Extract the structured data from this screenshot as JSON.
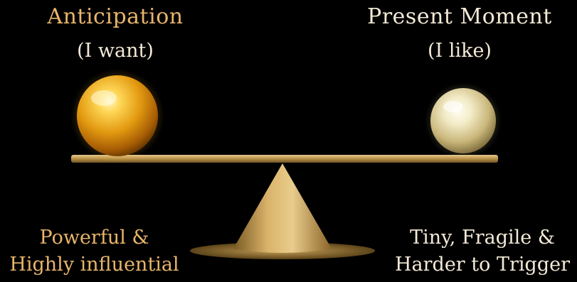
{
  "left": {
    "title": "Anticipation",
    "subtitle": "(I want)",
    "caption_line1": "Powerful &",
    "caption_line2": "Highly influential"
  },
  "right": {
    "title": "Present Moment",
    "subtitle": "(I like)",
    "caption_line1": "Tiny, Fragile &",
    "caption_line2": "Harder to Trigger"
  },
  "colors": {
    "background": "#000000",
    "gold_text": "#e8b56a",
    "cream_text": "#f3ead7",
    "gold_sphere": "#f2a81a",
    "pale_sphere": "#e9dfb6",
    "beam": "#b99248"
  }
}
